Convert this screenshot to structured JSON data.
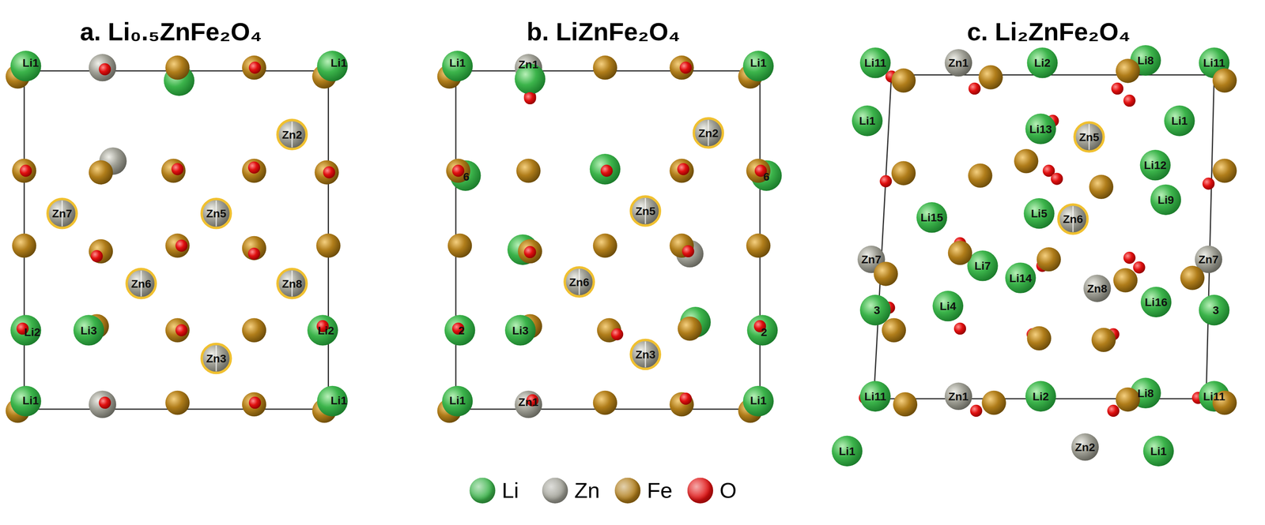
{
  "diagram": {
    "labels": [
      "a. Li₀.₅ZnFe₂O₄",
      "b. LiZnFe₂O₄",
      "c. Li₂ZnFe₂O₄",
      "Li1",
      "Li1",
      "Zn2",
      "Zn7",
      "Zn5",
      "Zn6",
      "Zn8",
      "Li2",
      "Li3",
      "Li2",
      "Zn3",
      "Li1",
      "Li1",
      "Li1",
      "Zn1",
      "Li1",
      "Zn2",
      "6",
      "6",
      "Zn5",
      "Zn6",
      "2",
      "Li3",
      "2",
      "Zn3",
      "Li1",
      "Zn1",
      "Li1",
      "Li11",
      "Zn1",
      "Li2",
      "Li8",
      "Li11",
      "Li1",
      "Li1",
      "Li13",
      "Zn5",
      "Li12",
      "Li9",
      "Li5",
      "Zn6",
      "Li15",
      "Zn7",
      "Zn7",
      "Li7",
      "Li14",
      "Zn8",
      "Li16",
      "3",
      "Li4",
      "3",
      "Li11",
      "Zn1",
      "Li2",
      "Li8",
      "Li11",
      "Li1",
      "Li1",
      "Zn2"
    ],
    "legend": [
      {
        "text": "Li",
        "color": "#3cb44b"
      },
      {
        "text": "Zn",
        "color": "#a0a096"
      },
      {
        "text": "Fe",
        "color": "#b07d1a"
      },
      {
        "text": "O",
        "color": "#e01010"
      }
    ]
  }
}
